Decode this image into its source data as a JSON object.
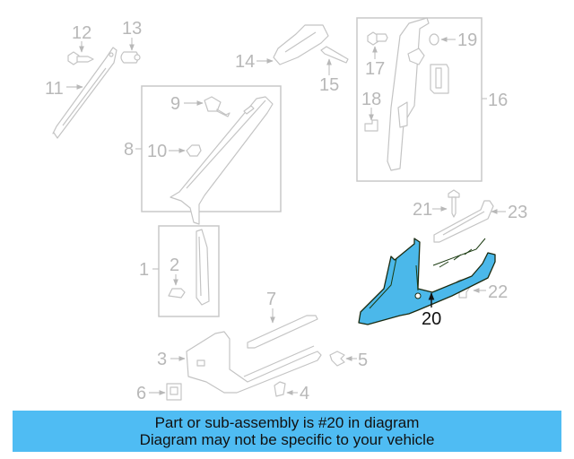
{
  "diagram": {
    "highlight_color": "#4bb8ea",
    "banner_color": "#4fbcf3",
    "highlighted_part": "20",
    "callouts": [
      {
        "id": "c1",
        "label": "1"
      },
      {
        "id": "c2",
        "label": "2"
      },
      {
        "id": "c3",
        "label": "3"
      },
      {
        "id": "c4",
        "label": "4"
      },
      {
        "id": "c5",
        "label": "5"
      },
      {
        "id": "c6",
        "label": "6"
      },
      {
        "id": "c7",
        "label": "7"
      },
      {
        "id": "c8",
        "label": "8"
      },
      {
        "id": "c9",
        "label": "9"
      },
      {
        "id": "c10",
        "label": "10"
      },
      {
        "id": "c11",
        "label": "11"
      },
      {
        "id": "c12",
        "label": "12"
      },
      {
        "id": "c13",
        "label": "13"
      },
      {
        "id": "c14",
        "label": "14"
      },
      {
        "id": "c15",
        "label": "15"
      },
      {
        "id": "c16",
        "label": "16"
      },
      {
        "id": "c17",
        "label": "17"
      },
      {
        "id": "c18",
        "label": "18"
      },
      {
        "id": "c19",
        "label": "19"
      },
      {
        "id": "c20",
        "label": "20"
      },
      {
        "id": "c21",
        "label": "21"
      },
      {
        "id": "c22",
        "label": "22"
      },
      {
        "id": "c23",
        "label": "23"
      }
    ]
  },
  "banner": {
    "line1": "Part or sub-assembly is #20 in diagram",
    "line2": "Diagram may not be specific to your vehicle"
  }
}
